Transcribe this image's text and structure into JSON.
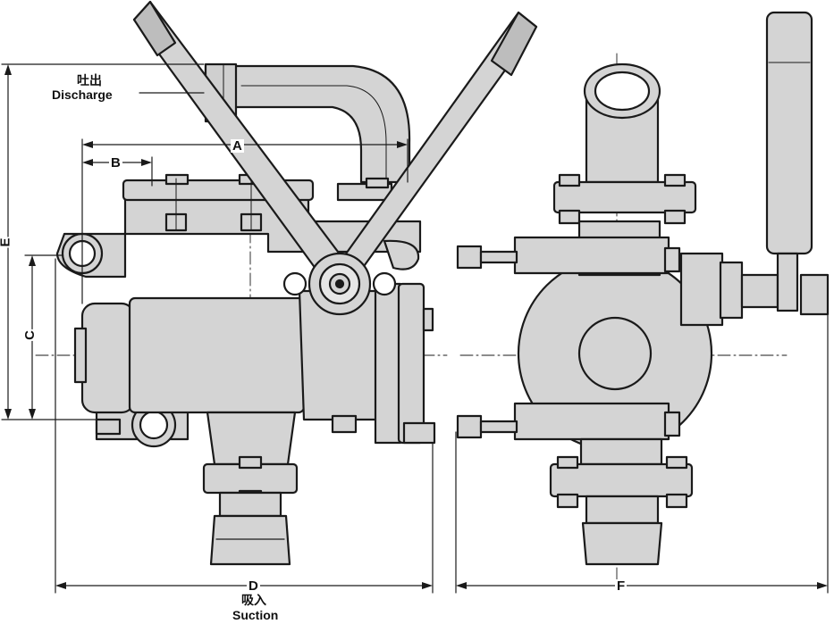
{
  "labels": {
    "discharge_cn": "吐出",
    "discharge_en": "Discharge",
    "suction_cn": "吸入",
    "suction_en": "Suction"
  },
  "dimensions": {
    "a": "A",
    "b": "B",
    "c": "C",
    "d": "D",
    "e": "E",
    "f": "F"
  },
  "colors": {
    "ink": "#1a1a1a",
    "shade": "#d4d4d4",
    "background": "#ffffff"
  }
}
